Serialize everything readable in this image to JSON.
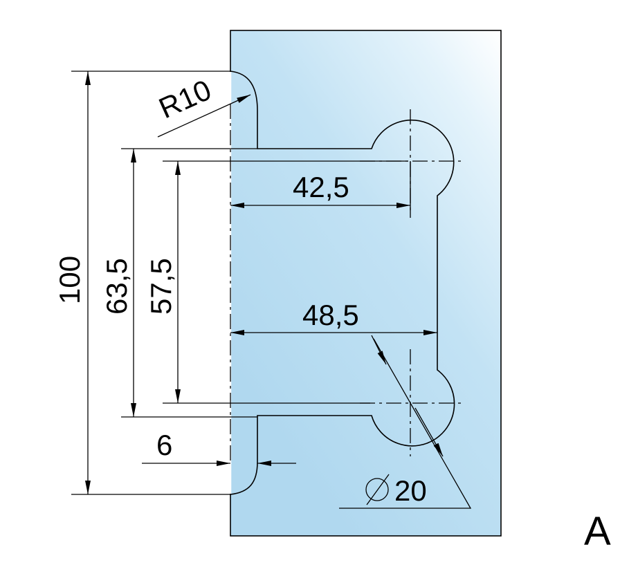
{
  "drawing": {
    "view_label": "A",
    "dimensions": {
      "radius": "R10",
      "upper_width": "42,5",
      "lower_width": "48,5",
      "total_height": "100",
      "outer_height": "63,5",
      "inner_height": "57,5",
      "thickness": "6",
      "hole_diameter": "20"
    },
    "colors": {
      "glass_light": "#ffffff",
      "glass_dark": "#b6dbf1",
      "line": "#000000"
    }
  }
}
